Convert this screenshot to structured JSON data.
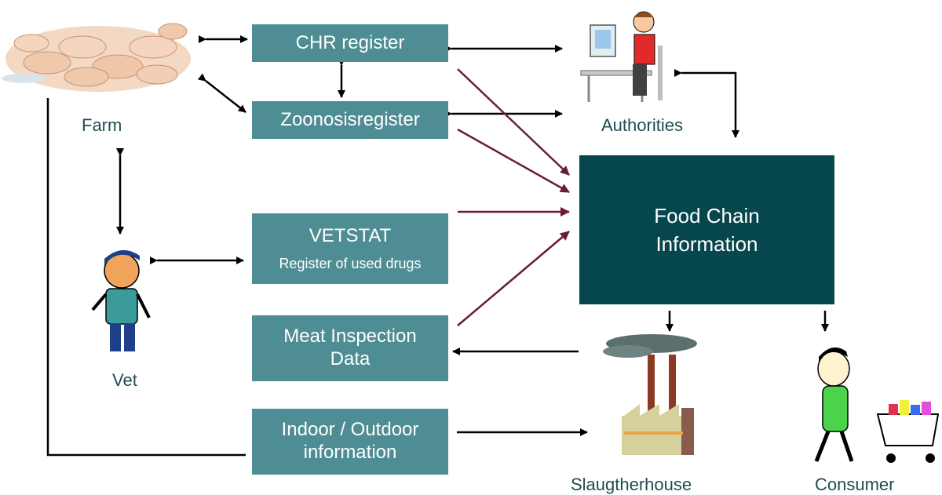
{
  "farm": {
    "label": "Farm"
  },
  "vet": {
    "label": "Vet"
  },
  "authorities": {
    "label": "Authorities"
  },
  "slaughterhouse": {
    "label": "Slaugtherhouse"
  },
  "consumer": {
    "label": "Consumer"
  },
  "boxes": {
    "chr": "CHR register",
    "zoonosis": "Zoonosisregister",
    "vetstat_title": "VETSTAT",
    "vetstat_sub": "Register of used drugs",
    "meat_line1": "Meat Inspection",
    "meat_line2": "Data",
    "indoor_line1": "Indoor / Outdoor",
    "indoor_line2": "information"
  },
  "food_chain": {
    "line1": "Food Chain",
    "line2": "Information"
  },
  "colors": {
    "box": "#4f8d94",
    "food_chain_box": "#06464d",
    "label_text": "#1f4d52",
    "arrow_black": "#000000",
    "arrow_maroon": "#6b1a3f"
  }
}
